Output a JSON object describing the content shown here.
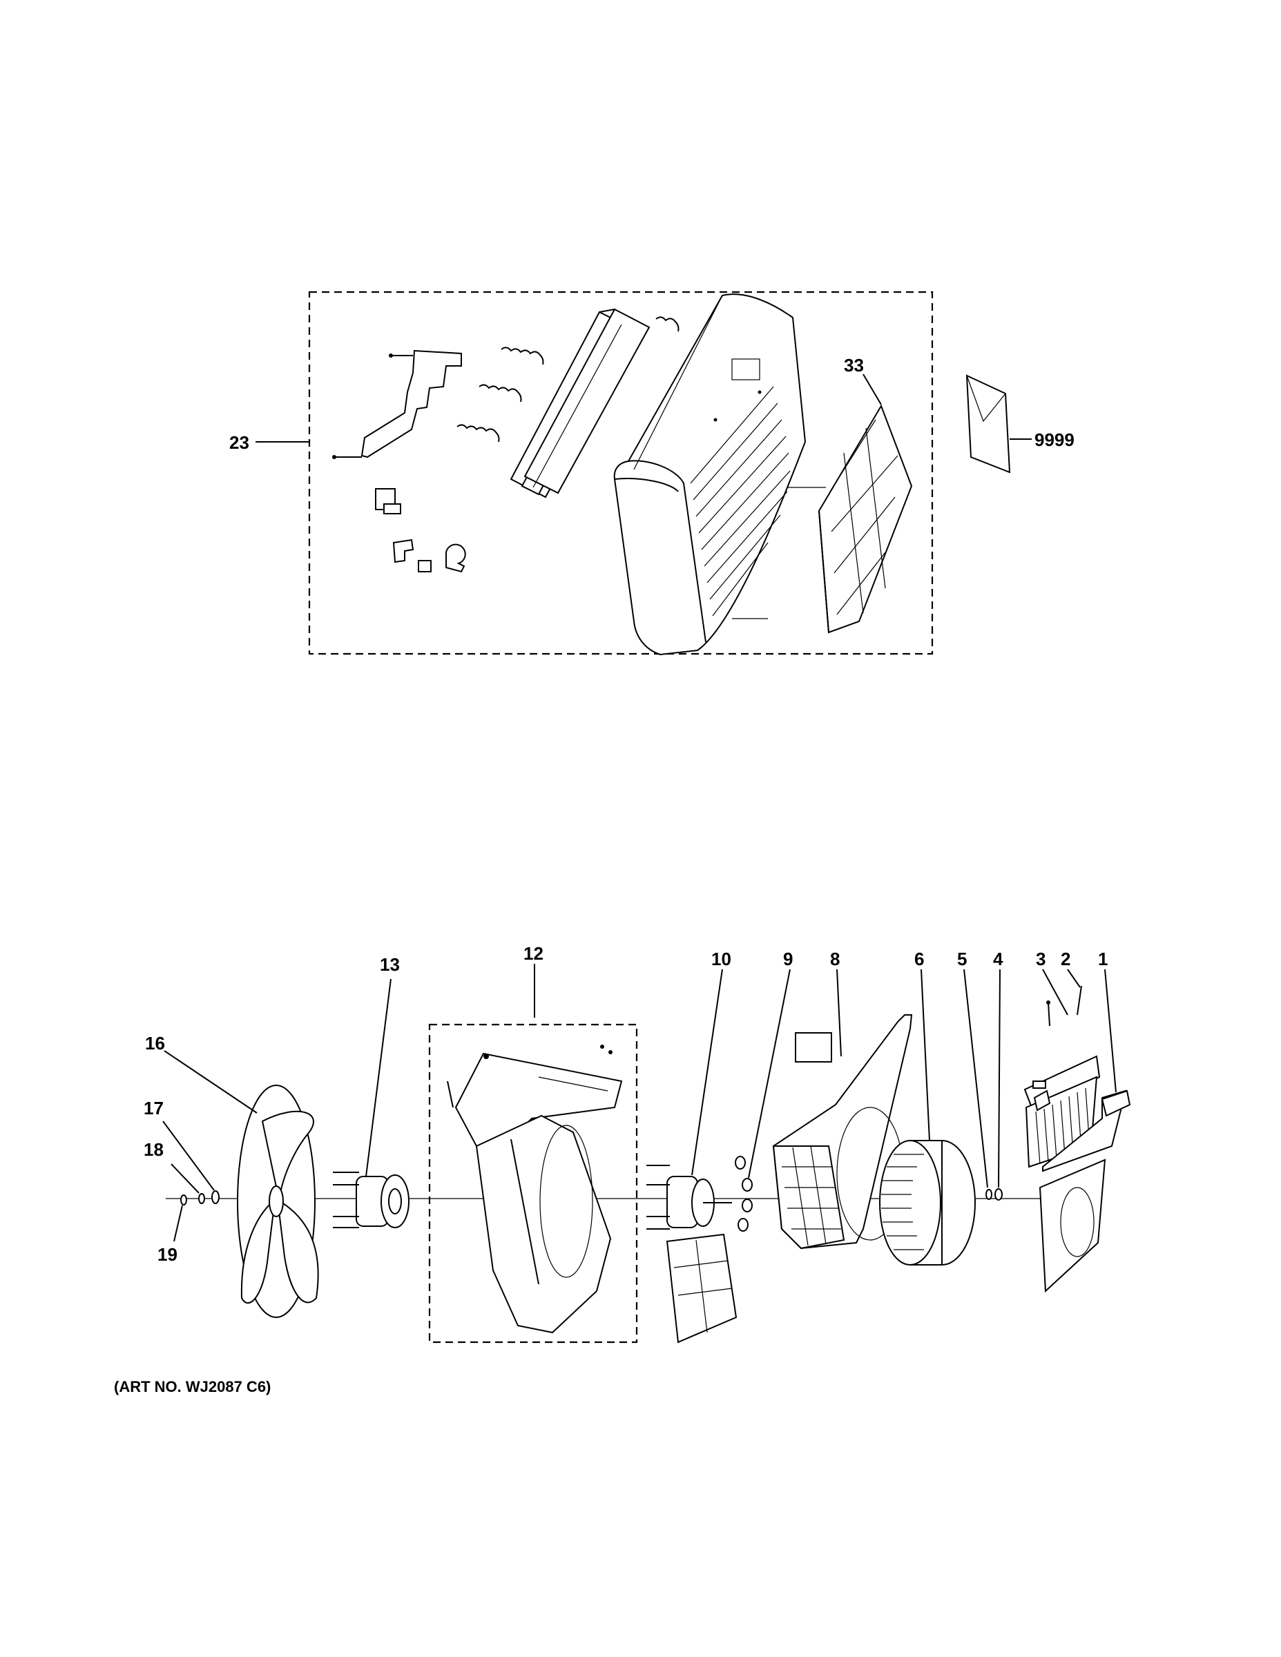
{
  "callouts": {
    "c23": "23",
    "c33": "33",
    "c9999": "9999",
    "c1": "1",
    "c2": "2",
    "c3": "3",
    "c4": "4",
    "c5": "5",
    "c6": "6",
    "c8": "8",
    "c9": "9",
    "c10": "10",
    "c12": "12",
    "c13": "13",
    "c16": "16",
    "c17": "17",
    "c18": "18",
    "c19": "19"
  },
  "art_number": "(ART NO. WJ2087 C6)"
}
